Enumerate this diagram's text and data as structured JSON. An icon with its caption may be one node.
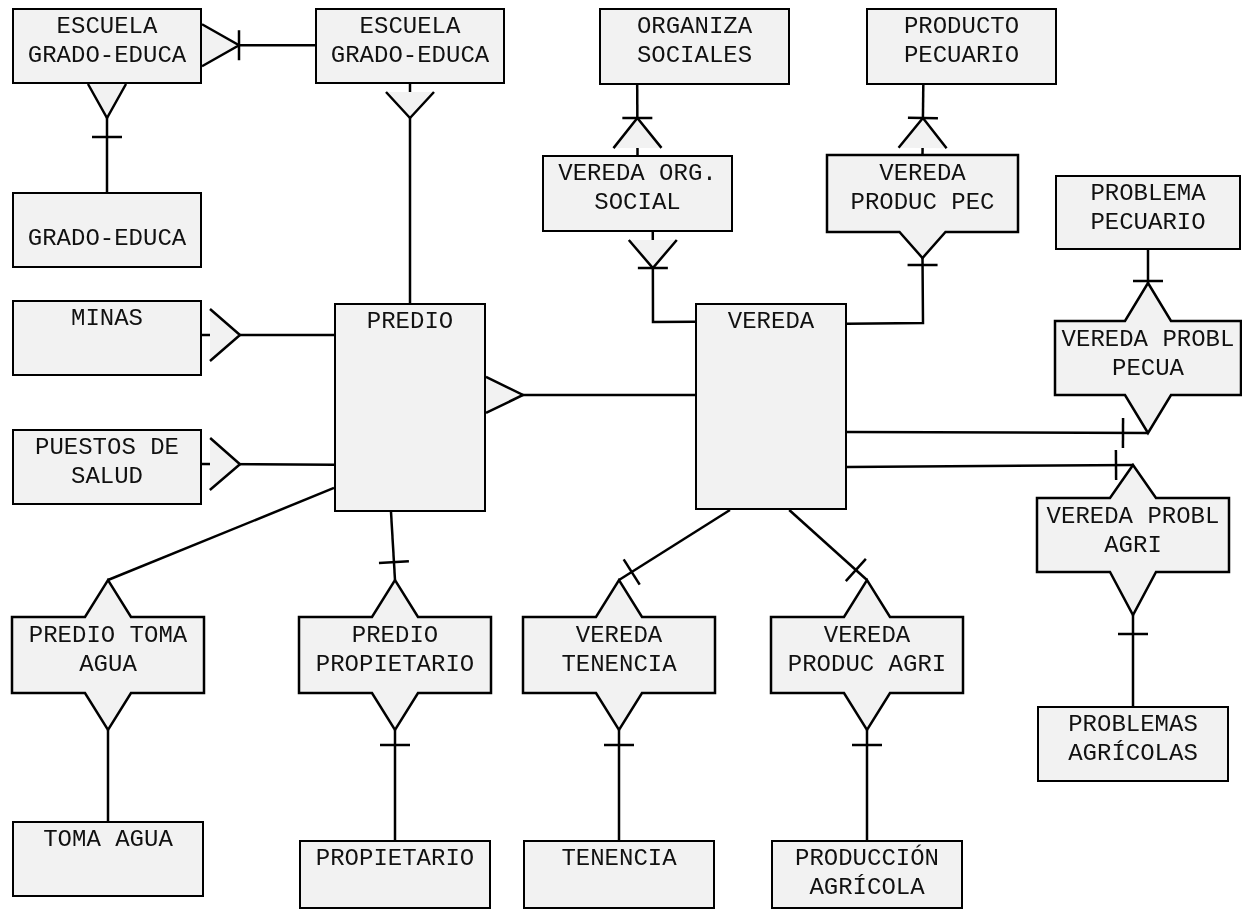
{
  "diagram": {
    "nodes": [
      {
        "text": [
          "ESCUELA GRADO-EDUCA"
        ]
      },
      {
        "text": [
          "ESCUELA GRADO-EDUCA"
        ]
      },
      {
        "text": [
          "ORGANIZA SOCIALES"
        ]
      },
      {
        "text": [
          "PRODUCTO PECUARIO"
        ]
      },
      {
        "text": [
          "VEREDA ORG. SOCIAL"
        ]
      },
      {
        "text": [
          "VEREDA PRODUC PEC"
        ]
      },
      {
        "text": [
          "GRADO-EDUCA"
        ]
      },
      {
        "text": [
          "PROBLEMA PECUARIO"
        ]
      },
      {
        "text": [
          "MINAS"
        ]
      },
      {
        "text": [
          "PREDIO"
        ]
      },
      {
        "text": [
          "VEREDA"
        ]
      },
      {
        "text": [
          "VEREDA PROBL PECUA"
        ]
      },
      {
        "text": [
          "PUESTOS DE SALUD"
        ]
      },
      {
        "text": [
          "VEREDA PROBL AGRI"
        ]
      },
      {
        "text": [
          "PREDIO TOMA AGUA"
        ]
      },
      {
        "text": [
          "PREDIO PROPIETARIO"
        ]
      },
      {
        "text": [
          "VEREDA TENENCIA"
        ]
      },
      {
        "text": [
          "VEREDA PRODUC AGRI"
        ]
      },
      {
        "text": [
          "PROBLEMAS AGRÍCOLAS"
        ]
      },
      {
        "text": [
          "TOMA AGUA"
        ]
      },
      {
        "text": [
          "PROPIETARIO"
        ]
      },
      {
        "text": [
          "TENENCIA"
        ]
      },
      {
        "text": [
          "PRODUCCIÓN AGRÍCOLA"
        ]
      }
    ],
    "edges": [
      {
        "from": 0,
        "to": 1,
        "arrow": "other"
      },
      {
        "from": 6,
        "to": 0,
        "arrow": "other"
      },
      {
        "from": 9,
        "to": 1,
        "arrow": "other"
      },
      {
        "from": 9,
        "to": 8,
        "arrow": "other"
      },
      {
        "from": 9,
        "to": 12,
        "arrow": "other"
      },
      {
        "from": 10,
        "to": 9,
        "arrow": "other"
      },
      {
        "from": 2,
        "to": 4,
        "arrow": "other"
      },
      {
        "from": 3,
        "to": 5,
        "arrow": "other"
      },
      {
        "from": 10,
        "to": 4,
        "arrow": "other"
      },
      {
        "from": 10,
        "to": 5,
        "arrow": "other"
      },
      {
        "from": 7,
        "to": 11,
        "arrow": "other"
      },
      {
        "from": 10,
        "to": 11,
        "arrow": "other"
      },
      {
        "from": 10,
        "to": 13,
        "arrow": "other"
      },
      {
        "from": 13,
        "to": 18,
        "arrow": "other"
      },
      {
        "from": 9,
        "to": 14,
        "arrow": "none"
      },
      {
        "from": 9,
        "to": 15,
        "arrow": "other"
      },
      {
        "from": 10,
        "to": 16,
        "arrow": "other"
      },
      {
        "from": 10,
        "to": 17,
        "arrow": "other"
      },
      {
        "from": 14,
        "to": 19,
        "arrow": "none"
      },
      {
        "from": 15,
        "to": 20,
        "arrow": "other"
      },
      {
        "from": 16,
        "to": 21,
        "arrow": "other"
      },
      {
        "from": 17,
        "to": 22,
        "arrow": "other"
      }
    ]
  }
}
